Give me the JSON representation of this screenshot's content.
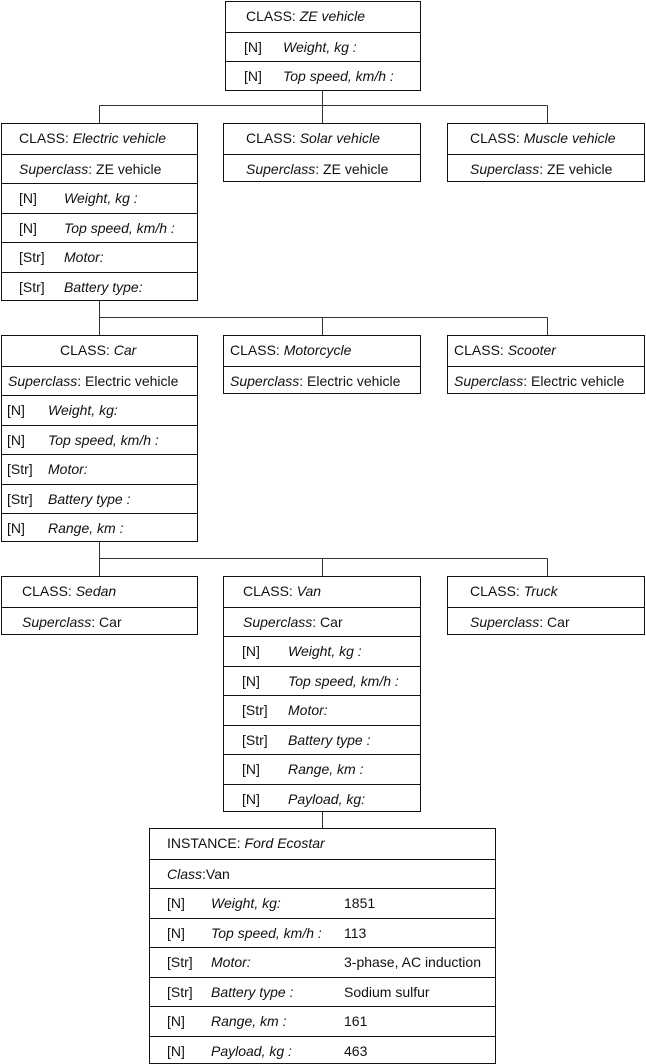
{
  "ze_vehicle": {
    "prefix": "CLASS:",
    "name": "ZE vehicle",
    "attributes": [
      {
        "type": "[N]",
        "name": "Weight, kg :"
      },
      {
        "type": "[N]",
        "name": "Top speed, km/h :"
      }
    ]
  },
  "electric_vehicle": {
    "prefix": "CLASS:",
    "name": "Electric vehicle",
    "superclass_label": "Superclass",
    "superclass": ": ZE vehicle",
    "attributes": [
      {
        "type": "[N]",
        "name": "Weight, kg :"
      },
      {
        "type": "[N]",
        "name": "Top speed, km/h :"
      },
      {
        "type": "[Str]",
        "name": "Motor:"
      },
      {
        "type": "[Str]",
        "name": "Battery type:"
      }
    ]
  },
  "solar_vehicle": {
    "prefix": "CLASS:",
    "name": "Solar vehicle",
    "superclass_label": "Superclass",
    "superclass": ": ZE vehicle"
  },
  "muscle_vehicle": {
    "prefix": "CLASS:",
    "name": "Muscle vehicle",
    "superclass_label": "Superclass",
    "superclass": ": ZE vehicle"
  },
  "car": {
    "prefix": "CLASS:",
    "name": "Car",
    "superclass_label": "Superclass",
    "superclass": ": Electric vehicle",
    "attributes": [
      {
        "type": "[N]",
        "name": "Weight, kg:"
      },
      {
        "type": "[N]",
        "name": "Top speed, km/h :"
      },
      {
        "type": "[Str]",
        "name": "Motor:"
      },
      {
        "type": "[Str]",
        "name": "Battery type :"
      },
      {
        "type": "[N]",
        "name": "Range, km :"
      }
    ]
  },
  "motorcycle": {
    "prefix": "CLASS:",
    "name": "Motorcycle",
    "superclass_label": "Superclass",
    "superclass": ": Electric vehicle"
  },
  "scooter": {
    "prefix": "CLASS:",
    "name": "Scooter",
    "superclass_label": "Superclass",
    "superclass": ": Electric vehicle"
  },
  "sedan": {
    "prefix": "CLASS:",
    "name": "Sedan",
    "superclass_label": "Superclass",
    "superclass": ": Car"
  },
  "van": {
    "prefix": "CLASS:",
    "name": "Van",
    "superclass_label": "Superclass",
    "superclass": ": Car",
    "attributes": [
      {
        "type": "[N]",
        "name": "Weight, kg :"
      },
      {
        "type": "[N]",
        "name": "Top speed, km/h :"
      },
      {
        "type": "[Str]",
        "name": "Motor:"
      },
      {
        "type": "[Str]",
        "name": "Battery type :"
      },
      {
        "type": "[N]",
        "name": "Range, km :"
      },
      {
        "type": "[N]",
        "name": "Payload, kg:"
      }
    ]
  },
  "truck": {
    "prefix": "CLASS:",
    "name": "Truck",
    "superclass_label": "Superclass",
    "superclass": ": Car"
  },
  "ford_ecostar": {
    "prefix": "INSTANCE:",
    "name": "Ford Ecostar",
    "class_label": "Class",
    "class_value": ":Van",
    "attributes": [
      {
        "type": "[N]",
        "name": "Weight, kg:",
        "value": "1851"
      },
      {
        "type": "[N]",
        "name": "Top speed, km/h :",
        "value": "113"
      },
      {
        "type": "[Str]",
        "name": "Motor:",
        "value": "3-phase, AC induction"
      },
      {
        "type": "[Str]",
        "name": "Battery type :",
        "value": "Sodium sulfur"
      },
      {
        "type": "[N]",
        "name": "Range, km :",
        "value": "161"
      },
      {
        "type": "[N]",
        "name": "Payload, kg :",
        "value": "463"
      }
    ]
  }
}
